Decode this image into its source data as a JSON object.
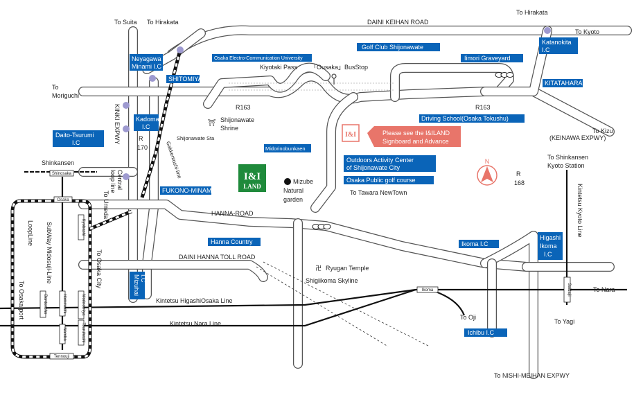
{
  "destinations": {
    "to_suita": "To Suita",
    "to_hirakata_left": "To Hirakata",
    "to_hirakata_right": "To Hirakata",
    "to_kyoto": "To Kyoto",
    "to_moriguchi": "To\nMoriguchi",
    "to_kizu": "To Kizu",
    "keinawa_expwy": "(KEINAWA EXPWY)",
    "to_shinkansen": "To Shinkansen",
    "kyoto_station": "Kyoto Station",
    "to_umeda": "To Umeda",
    "to_osaka_city": "To Osaka City",
    "to_osaka_port": "To Osaka port",
    "to_tawara": "To Tawara NewTown",
    "to_oji": "To Oji",
    "to_nara": "To Nara",
    "to_yagi": "To Yagi",
    "to_nishi_meihan": "To NISHI-MEIHAN EXPWY"
  },
  "roads": {
    "daini_keihan": "DAINI KEIHAN ROAD",
    "hanna_road": "HANNA-ROAD",
    "daini_hanna_toll": "DAINI HANNA TOLL ROAD",
    "kinki_expwy": "KINKI EXPWY",
    "r163_left": "R163",
    "r163_right": "R163",
    "r170": "R\n170",
    "r168": "R\n168",
    "shigiikoma_skyline": "Shigiikoma Skyline",
    "kiyotaki_pass": "Kiyotaki Pass",
    "ousaka_busstop": "「Ousaka」BusStop"
  },
  "rail_lines": {
    "kintetsu_higashiosaka": "Kintetsu HigashiOsaka Line",
    "kintetsu_nara": "Kintetsu Nara Line",
    "kintetsu_kyoto": "Kintetsu Kyoto Line",
    "loop_line": "LoopLine",
    "subway_midosuji": "SubWay Midosuji-Line",
    "central_loop": "Central\nloop line",
    "gakkentoshi": "Gakkentoshi-line",
    "shinkansen": "Shinkansen",
    "shijonawate_sta": "Shijonawate Sta"
  },
  "stations": {
    "shinosaka": "Shinosaka",
    "osaka": "Osaka",
    "kyobashi": "Kyobashi",
    "hommachi": "Hommachi",
    "morinomiya": "Morinomiya",
    "namba": "Namba",
    "tsuruhashi": "Tsuruhashi",
    "tennouji": "Tennouji",
    "bentencho": "Bentencho",
    "ikoma": "Ikoma",
    "saidaiji": "Saidaiji"
  },
  "tags": {
    "osaka_ec_univ": "Osaka Electro-Communication University",
    "golf_club": "Golf Club Shijonawate",
    "iimori": "Iimori Graveyard",
    "katanokita": "Katanokita\nI.C",
    "kitatahara": "KITATAHARA",
    "driving_school": "Driving School(Osaka Tokushu)",
    "neyagawa": "Neyagawa\nMinami I.C",
    "shitomiya": "SHITOMIYA",
    "kadoma": "Kadoma\nI.C",
    "daito": "Daito-Tsurumi\nI.C",
    "midoribunkaen": "Midorinobunkaen",
    "outdoors": "Outdoors Activity Center\nof Shijonawate City",
    "public_golf": "Osaka Public golf course",
    "fukono": "FUKONO-MINAMI",
    "hanna_country": "Hanna Country",
    "ikoma_ic": "Ikoma I.C",
    "higashi_ikoma": "Higashi\nIkoma\nI.C",
    "mizuhai": "Mizuhai\nI.C",
    "ichibu": "Ichibu I.C"
  },
  "places": {
    "shijonawate_shrine": "Shijonawate\nShrine",
    "mizube": "Mizube\nNatural\ngarden",
    "ryugan_temple": "Ryugan Temple",
    "logo_top": "I&I",
    "logo_bottom": "LAND",
    "notice": "Please see the I&ILAND\nSignboard and Advance",
    "compass": "N"
  },
  "colors": {
    "tag_blue": "#0a64b8",
    "logo_green": "#1f8a3b",
    "notice_red": "#e8756a",
    "ic_dot": "#9e9ad0"
  }
}
